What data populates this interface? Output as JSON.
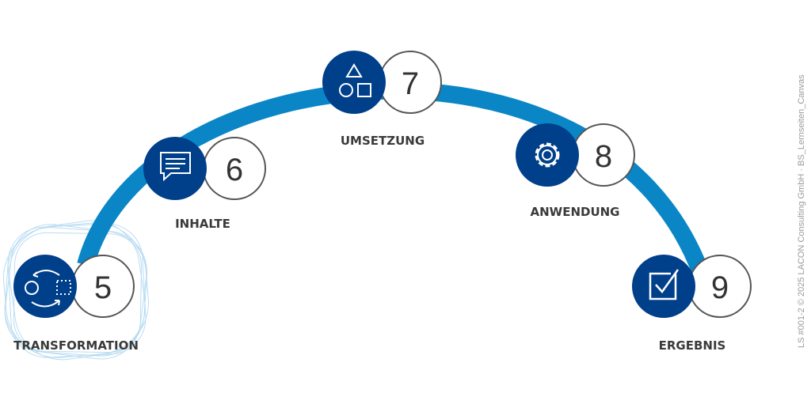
{
  "colors": {
    "arc": "#0a86c6",
    "icon_bg": "#003f8a",
    "ring": "#555555",
    "highlight": "#a8d4ef"
  },
  "steps": [
    {
      "number": "5",
      "label": "TRANSFORMATION",
      "icon": "transform-icon",
      "active": true
    },
    {
      "number": "6",
      "label": "INHALTE",
      "icon": "chat-message-icon",
      "active": false
    },
    {
      "number": "7",
      "label": "UMSETZUNG",
      "icon": "shapes-icon",
      "active": false
    },
    {
      "number": "8",
      "label": "ANWENDUNG",
      "icon": "gear-icon",
      "active": false
    },
    {
      "number": "9",
      "label": "ERGEBNIS",
      "icon": "checkbox-icon",
      "active": false
    }
  ],
  "footer": "LS #001-2 © 2025 LACON Consulting GmbH  ·  BS_Lernseiten_Canvas"
}
